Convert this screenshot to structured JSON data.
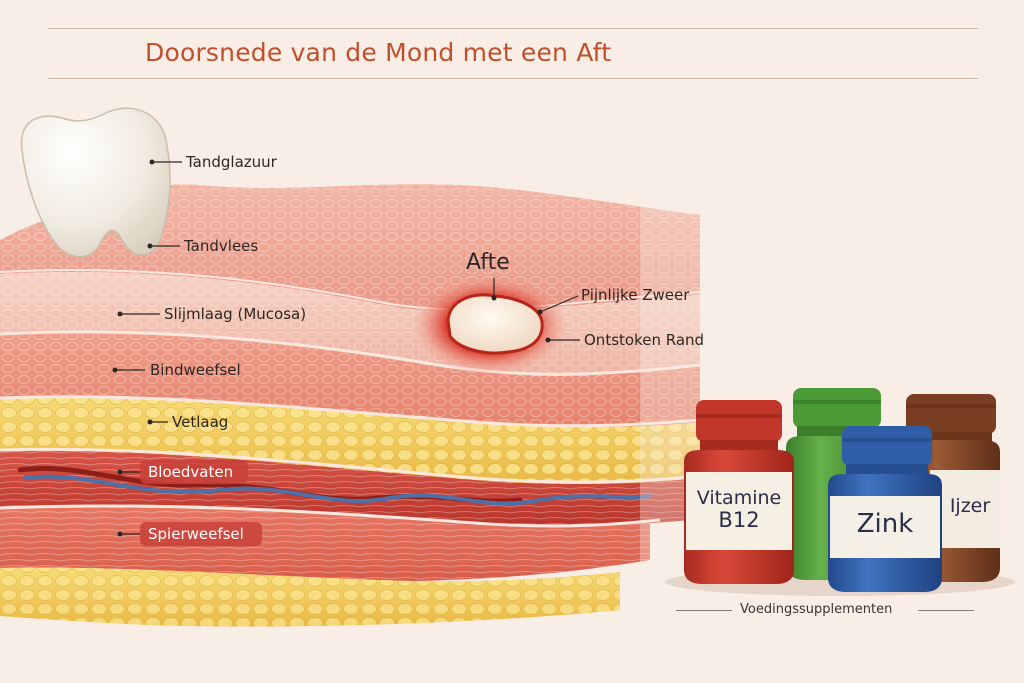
{
  "title": "Doorsnede van de Mond met een Aft",
  "labels": {
    "enamel": "Tandglazuur",
    "gum": "Tandvlees",
    "mucosa": "Slijmlaag (Mucosa)",
    "connective": "Bindweefsel",
    "fat": "Vetlaag",
    "vessels": "Bloedvaten",
    "muscle": "Spierweefsel",
    "ulcer": "Afte",
    "painful_ulcer": "Pijnlijke Zweer",
    "inflamed_edge": "Ontstoken Rand"
  },
  "supplements": {
    "b12_line1": "Vitamine",
    "b12_line2": "B12",
    "zinc": "Zink",
    "iron": "Ijzer",
    "caption": "Voedingssupplementen"
  },
  "colors": {
    "title": "#c0502d",
    "mucosa": "#f2c2b2",
    "connective": "#e9a18e",
    "fat": "#f1cf5c",
    "vessel_red": "#c43a2e",
    "vessel_blue": "#4f6fa8",
    "jar_red": "#c93a2c",
    "jar_green": "#4f9a3a",
    "jar_blue": "#2f5ea8",
    "jar_brown": "#8a4a2a"
  }
}
